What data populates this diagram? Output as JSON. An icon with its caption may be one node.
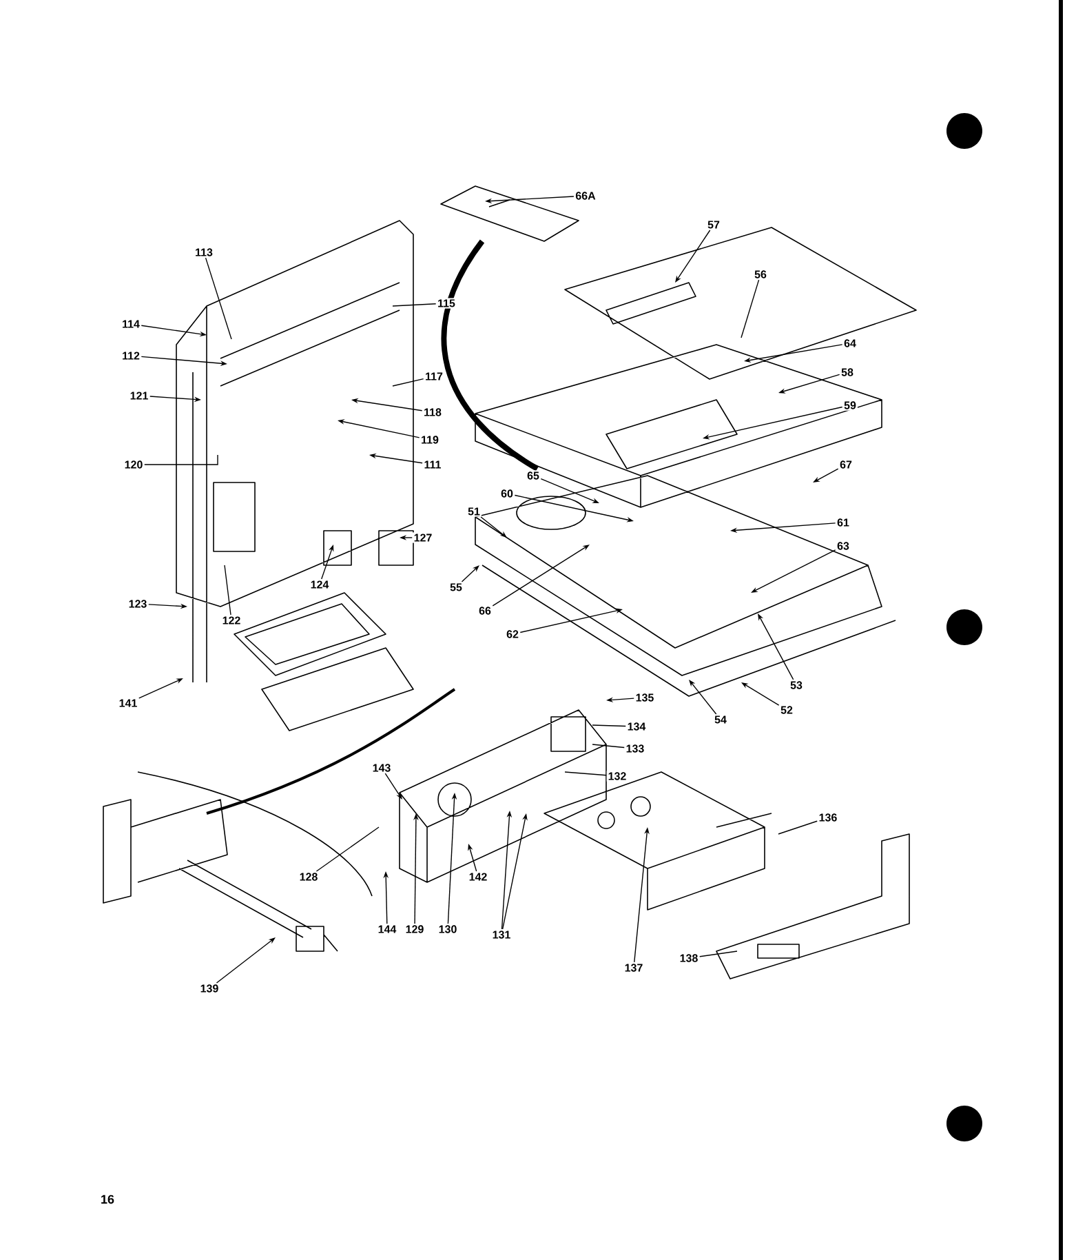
{
  "diagram": {
    "nodes": [
      {
        "text": [
          "66A"
        ]
      },
      {
        "text": [
          "57"
        ]
      },
      {
        "text": [
          "56"
        ]
      },
      {
        "text": [
          "64"
        ]
      },
      {
        "text": [
          "58"
        ]
      },
      {
        "text": [
          "59"
        ]
      },
      {
        "text": [
          "67"
        ]
      },
      {
        "text": [
          "65"
        ]
      },
      {
        "text": [
          "60"
        ]
      },
      {
        "text": [
          "51"
        ]
      },
      {
        "text": [
          "61"
        ]
      },
      {
        "text": [
          "63"
        ]
      },
      {
        "text": [
          "55"
        ]
      },
      {
        "text": [
          "66"
        ]
      },
      {
        "text": [
          "62"
        ]
      },
      {
        "text": [
          "53"
        ]
      },
      {
        "text": [
          "52"
        ]
      },
      {
        "text": [
          "54"
        ]
      },
      {
        "text": [
          "113"
        ]
      },
      {
        "text": [
          "115"
        ]
      },
      {
        "text": [
          "114"
        ]
      },
      {
        "text": [
          "112"
        ]
      },
      {
        "text": [
          "117"
        ]
      },
      {
        "text": [
          "121"
        ]
      },
      {
        "text": [
          "118"
        ]
      },
      {
        "text": [
          "119"
        ]
      },
      {
        "text": [
          "120"
        ]
      },
      {
        "text": [
          "111"
        ]
      },
      {
        "text": [
          "127"
        ]
      },
      {
        "text": [
          "124"
        ]
      },
      {
        "text": [
          "122"
        ]
      },
      {
        "text": [
          "123"
        ]
      },
      {
        "text": [
          "141"
        ]
      },
      {
        "text": [
          "135"
        ]
      },
      {
        "text": [
          "134"
        ]
      },
      {
        "text": [
          "133"
        ]
      },
      {
        "text": [
          "132"
        ]
      },
      {
        "text": [
          "143"
        ]
      },
      {
        "text": [
          "136"
        ]
      },
      {
        "text": [
          "128"
        ]
      },
      {
        "text": [
          "142"
        ]
      },
      {
        "text": [
          "144"
        ]
      },
      {
        "text": [
          "129"
        ]
      },
      {
        "text": [
          "130"
        ]
      },
      {
        "text": [
          "131"
        ]
      },
      {
        "text": [
          "137"
        ]
      },
      {
        "text": [
          "138"
        ]
      },
      {
        "text": [
          "139"
        ]
      }
    ],
    "edges": [
      {
        "from": 0,
        "to": null,
        "arrow": "to"
      },
      {
        "from": 1,
        "to": null,
        "arrow": "to"
      },
      {
        "from": 2,
        "to": null,
        "arrow": "none"
      },
      {
        "from": 3,
        "to": null,
        "arrow": "to"
      },
      {
        "from": 4,
        "to": null,
        "arrow": "to"
      },
      {
        "from": 5,
        "to": null,
        "arrow": "to"
      },
      {
        "from": 6,
        "to": null,
        "arrow": "to"
      },
      {
        "from": 7,
        "to": null,
        "arrow": "to"
      },
      {
        "from": 8,
        "to": null,
        "arrow": "to"
      },
      {
        "from": 9,
        "to": null,
        "arrow": "to"
      },
      {
        "from": 10,
        "to": null,
        "arrow": "to"
      },
      {
        "from": 11,
        "to": null,
        "arrow": "to"
      },
      {
        "from": 12,
        "to": null,
        "arrow": "to"
      },
      {
        "from": 13,
        "to": null,
        "arrow": "to"
      },
      {
        "from": 14,
        "to": null,
        "arrow": "to"
      },
      {
        "from": 15,
        "to": null,
        "arrow": "to"
      },
      {
        "from": 16,
        "to": null,
        "arrow": "to"
      },
      {
        "from": 17,
        "to": null,
        "arrow": "to"
      },
      {
        "from": 18,
        "to": null,
        "arrow": "none"
      },
      {
        "from": 19,
        "to": null,
        "arrow": "none"
      },
      {
        "from": 20,
        "to": null,
        "arrow": "to"
      },
      {
        "from": 21,
        "to": null,
        "arrow": "to"
      },
      {
        "from": 22,
        "to": null,
        "arrow": "none"
      },
      {
        "from": 23,
        "to": null,
        "arrow": "to"
      },
      {
        "from": 24,
        "to": null,
        "arrow": "to"
      },
      {
        "from": 25,
        "to": null,
        "arrow": "to"
      },
      {
        "from": 26,
        "to": null,
        "arrow": "none"
      },
      {
        "from": 27,
        "to": null,
        "arrow": "to"
      },
      {
        "from": 28,
        "to": null,
        "arrow": "to"
      },
      {
        "from": 29,
        "to": null,
        "arrow": "to"
      },
      {
        "from": 30,
        "to": null,
        "arrow": "none"
      },
      {
        "from": 31,
        "to": null,
        "arrow": "to"
      },
      {
        "from": 32,
        "to": null,
        "arrow": "to"
      },
      {
        "from": 33,
        "to": null,
        "arrow": "to"
      },
      {
        "from": 34,
        "to": null,
        "arrow": "none"
      },
      {
        "from": 35,
        "to": null,
        "arrow": "none"
      },
      {
        "from": 36,
        "to": null,
        "arrow": "none"
      },
      {
        "from": 37,
        "to": null,
        "arrow": "to"
      },
      {
        "from": 38,
        "to": null,
        "arrow": "none"
      },
      {
        "from": 39,
        "to": null,
        "arrow": "none"
      },
      {
        "from": 40,
        "to": null,
        "arrow": "to"
      },
      {
        "from": 41,
        "to": null,
        "arrow": "to"
      },
      {
        "from": 42,
        "to": null,
        "arrow": "to"
      },
      {
        "from": 43,
        "to": null,
        "arrow": "to"
      },
      {
        "from": 44,
        "to": null,
        "arrow": "to"
      },
      {
        "from": 44,
        "to": null,
        "arrow": "to"
      },
      {
        "from": 45,
        "to": null,
        "arrow": "to"
      },
      {
        "from": 46,
        "to": null,
        "arrow": "none"
      },
      {
        "from": 47,
        "to": null,
        "arrow": "to"
      }
    ],
    "labels": [
      "16"
    ]
  }
}
